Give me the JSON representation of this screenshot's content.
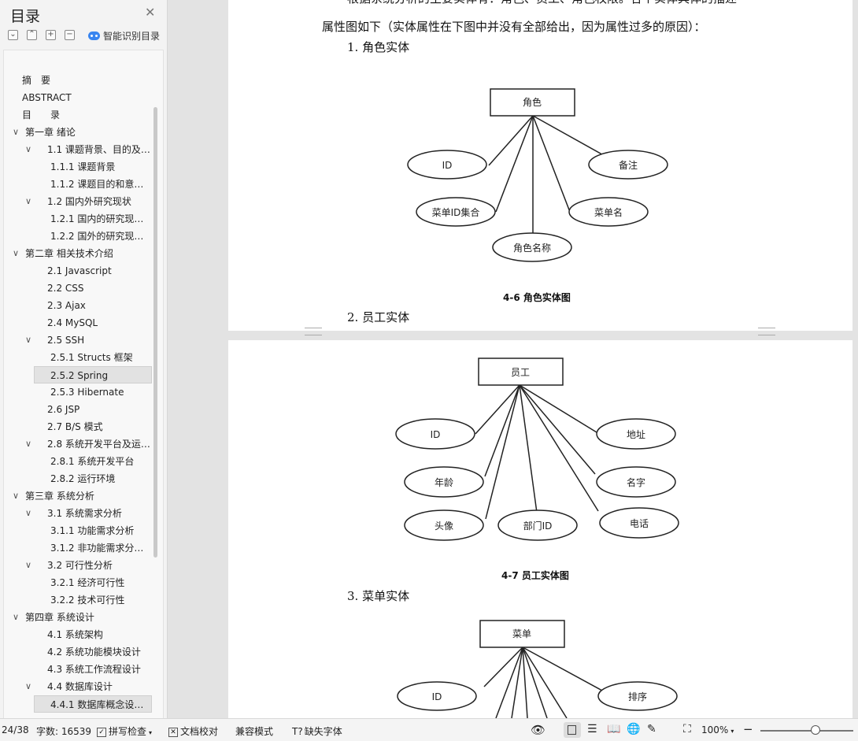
{
  "sidebar": {
    "title": "目录",
    "close_icon": "✕",
    "ai_button": "智能识别目录",
    "toc": [
      {
        "label": "摘　要",
        "level": 0,
        "arrow": ""
      },
      {
        "label": "ABSTRACT",
        "level": 0,
        "arrow": ""
      },
      {
        "label": "目　　录",
        "level": 0,
        "arrow": ""
      },
      {
        "label": "第一章  绪论",
        "level": 1,
        "arrow": "∨"
      },
      {
        "label": "1.1  课题背景、目的及…",
        "level": 2,
        "arrow": "∨"
      },
      {
        "label": "1.1.1  课题背景",
        "level": 3,
        "arrow": ""
      },
      {
        "label": "1.1.2  课题目的和意…",
        "level": 3,
        "arrow": ""
      },
      {
        "label": "1.2  国内外研究现状",
        "level": 2,
        "arrow": "∨"
      },
      {
        "label": "1.2.1  国内的研究现…",
        "level": 3,
        "arrow": ""
      },
      {
        "label": "1.2.2  国外的研究现…",
        "level": 3,
        "arrow": ""
      },
      {
        "label": "第二章  相关技术介绍",
        "level": 1,
        "arrow": "∨"
      },
      {
        "label": "2.1 Javascript",
        "level": 2,
        "arrow": ""
      },
      {
        "label": "2.2 CSS",
        "level": 2,
        "arrow": ""
      },
      {
        "label": "2.3 Ajax",
        "level": 2,
        "arrow": ""
      },
      {
        "label": "2.4 MySQL",
        "level": 2,
        "arrow": ""
      },
      {
        "label": "2.5 SSH",
        "level": 2,
        "arrow": "∨"
      },
      {
        "label": "2.5.1 Structs 框架",
        "level": 3,
        "arrow": ""
      },
      {
        "label": "2.5.2 Spring",
        "level": 3,
        "arrow": "",
        "selected": true
      },
      {
        "label": "2.5.3 Hibernate",
        "level": 3,
        "arrow": ""
      },
      {
        "label": "2.6 JSP",
        "level": 2,
        "arrow": ""
      },
      {
        "label": "2.7 B/S 模式",
        "level": 2,
        "arrow": ""
      },
      {
        "label": "2.8  系统开发平台及运…",
        "level": 2,
        "arrow": "∨"
      },
      {
        "label": "2.8.1  系统开发平台",
        "level": 3,
        "arrow": ""
      },
      {
        "label": "2.8.2  运行环境",
        "level": 3,
        "arrow": ""
      },
      {
        "label": "第三章  系统分析",
        "level": 1,
        "arrow": "∨"
      },
      {
        "label": "3.1  系统需求分析",
        "level": 2,
        "arrow": "∨"
      },
      {
        "label": "3.1.1  功能需求分析",
        "level": 3,
        "arrow": ""
      },
      {
        "label": "3.1.2  非功能需求分…",
        "level": 3,
        "arrow": ""
      },
      {
        "label": "3.2  可行性分析",
        "level": 2,
        "arrow": "∨"
      },
      {
        "label": "3.2.1  经济可行性",
        "level": 3,
        "arrow": ""
      },
      {
        "label": "3.2.2  技术可行性",
        "level": 3,
        "arrow": ""
      },
      {
        "label": "第四章  系统设计",
        "level": 1,
        "arrow": "∨"
      },
      {
        "label": "4.1  系统架构",
        "level": 2,
        "arrow": ""
      },
      {
        "label": "4.2  系统功能模块设计",
        "level": 2,
        "arrow": ""
      },
      {
        "label": "4.3  系统工作流程设计",
        "level": 2,
        "arrow": ""
      },
      {
        "label": "4.4  数据库设计",
        "level": 2,
        "arrow": "∨"
      },
      {
        "label": "4.4.1  数据库概念设…",
        "level": 3,
        "arrow": "",
        "selected": true
      }
    ]
  },
  "document": {
    "line_top": "根据系统分析的主要实体有：角色、员工、角色权限。各个实体具体的描述",
    "line_attr": "属性图如下（实体属性在下图中并没有全部给出，因为属性过多的原因）：",
    "heading1": "1.  角色实体",
    "heading2": "2.  员工实体",
    "heading3": "3.  菜单实体",
    "caption1": "4-6 角色实体图",
    "caption2": "4-7 员工实体图",
    "diagram1": {
      "entity": "角色",
      "attrs": [
        "ID",
        "备注",
        "菜单ID集合",
        "菜单名",
        "角色名称"
      ]
    },
    "diagram2": {
      "entity": "员工",
      "attrs": [
        "ID",
        "地址",
        "年龄",
        "名字",
        "头像",
        "部门ID",
        "电话"
      ]
    },
    "diagram3": {
      "entity": "菜单",
      "attrs": [
        "ID",
        "排序"
      ]
    }
  },
  "statusbar": {
    "page": "24/38",
    "word_count": "字数: 16539",
    "spell_check": "拼写检查",
    "proofread": "文档校对",
    "compat_mode": "兼容模式",
    "missing_fonts": "缺失字体",
    "zoom": "100%"
  }
}
